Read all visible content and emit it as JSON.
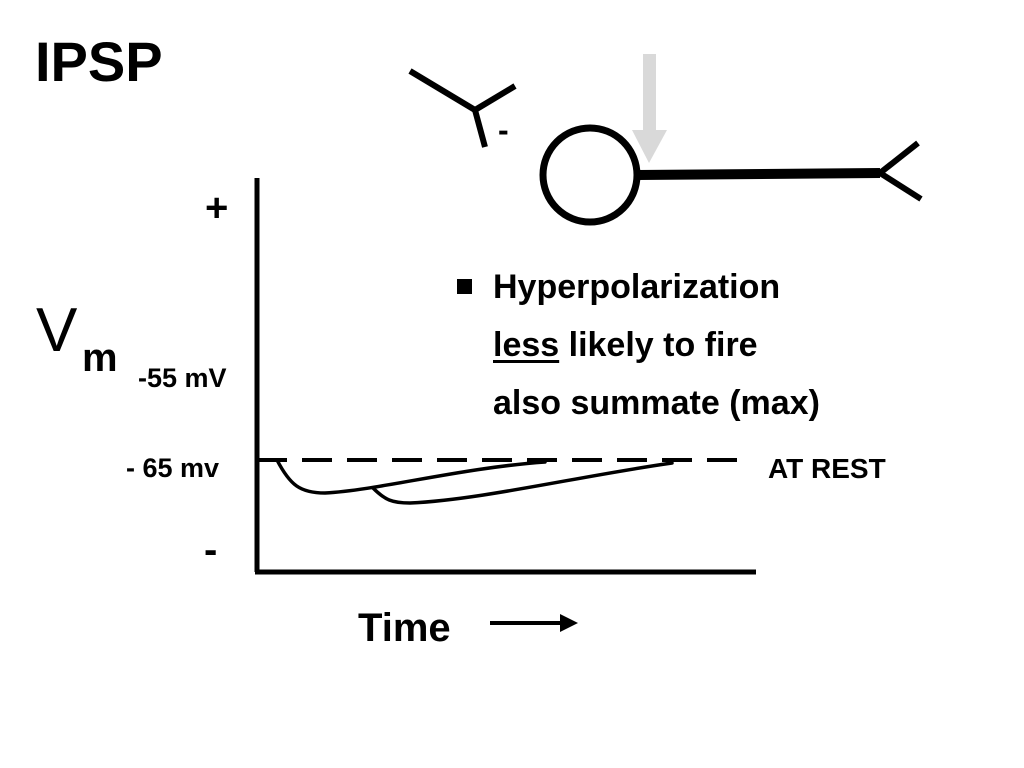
{
  "title": "IPSP",
  "axis": {
    "y_symbol": "V",
    "y_subscript": "m",
    "y_top_sign": "+",
    "y_bottom_sign": "-",
    "threshold_label": "-55 mV",
    "rest_value_label": "- 65 mv",
    "rest_line_label": "AT REST",
    "x_label": "Time"
  },
  "synapse": {
    "sign": "-"
  },
  "bullets": {
    "line1": "Hyperpolarization",
    "line2_underlined": "less",
    "line2_rest": " likely to fire",
    "line3": "also summate (max)"
  },
  "colors": {
    "ink": "#000000",
    "stimulus_arrow": "#d9d9d9",
    "background": "#ffffff"
  }
}
